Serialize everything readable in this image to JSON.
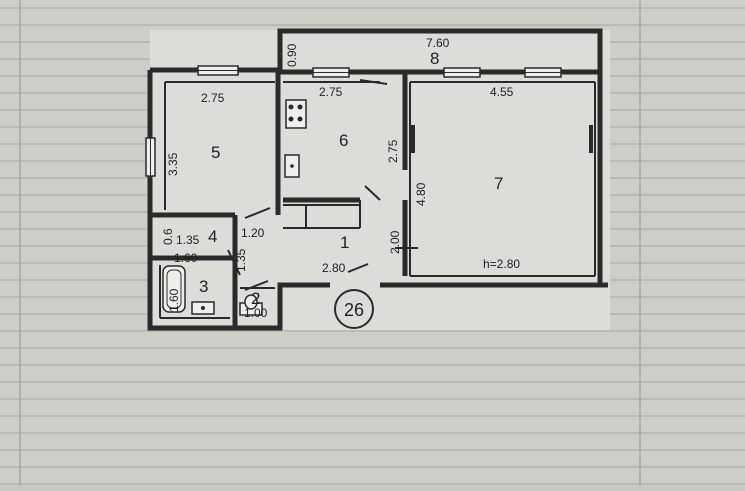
{
  "floorplan": {
    "badge": "26",
    "rooms": {
      "r1": "1",
      "r2": "2",
      "r3": "3",
      "r4": "4",
      "r5": "5",
      "r6": "6",
      "r7": "7",
      "r8": "8"
    },
    "dimensions": {
      "balcony_len": "7.60",
      "balcony_depth": "0.90",
      "r5_width": "2.75",
      "r5_height": "3.35",
      "r6_width": "2.75",
      "r6_height": "2.75",
      "r7_width": "4.55",
      "r7_height": "4.80",
      "ceiling_height": "h=2.80",
      "corridor_width": "2.80",
      "corridor_2": "2.00",
      "r4_depth": "0.6",
      "r4_width": "1.35",
      "r4_door": "1.20",
      "bath_width": "1.60",
      "bath_height": "1.35",
      "bathtub": "1.60",
      "wc_width": "1.00"
    }
  },
  "colors": {
    "paper": "#d8d6d1",
    "wall": "#2a2a2a",
    "grid": "#b4b2ad",
    "plan_bg": "#dddcd8"
  }
}
